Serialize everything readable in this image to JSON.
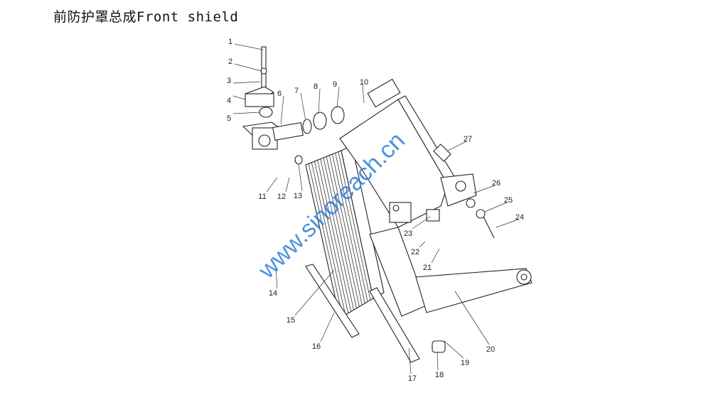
{
  "title": "前防护罩总成Front shield",
  "watermark": "www.sinoreach.cn",
  "watermark_color": "#2f7fd8",
  "callouts": [
    "1",
    "2",
    "3",
    "4",
    "5",
    "6",
    "7",
    "8",
    "9",
    "10",
    "11",
    "12",
    "13",
    "14",
    "15",
    "16",
    "17",
    "18",
    "19",
    "20",
    "21",
    "22",
    "23",
    "24",
    "25",
    "26",
    "27"
  ]
}
